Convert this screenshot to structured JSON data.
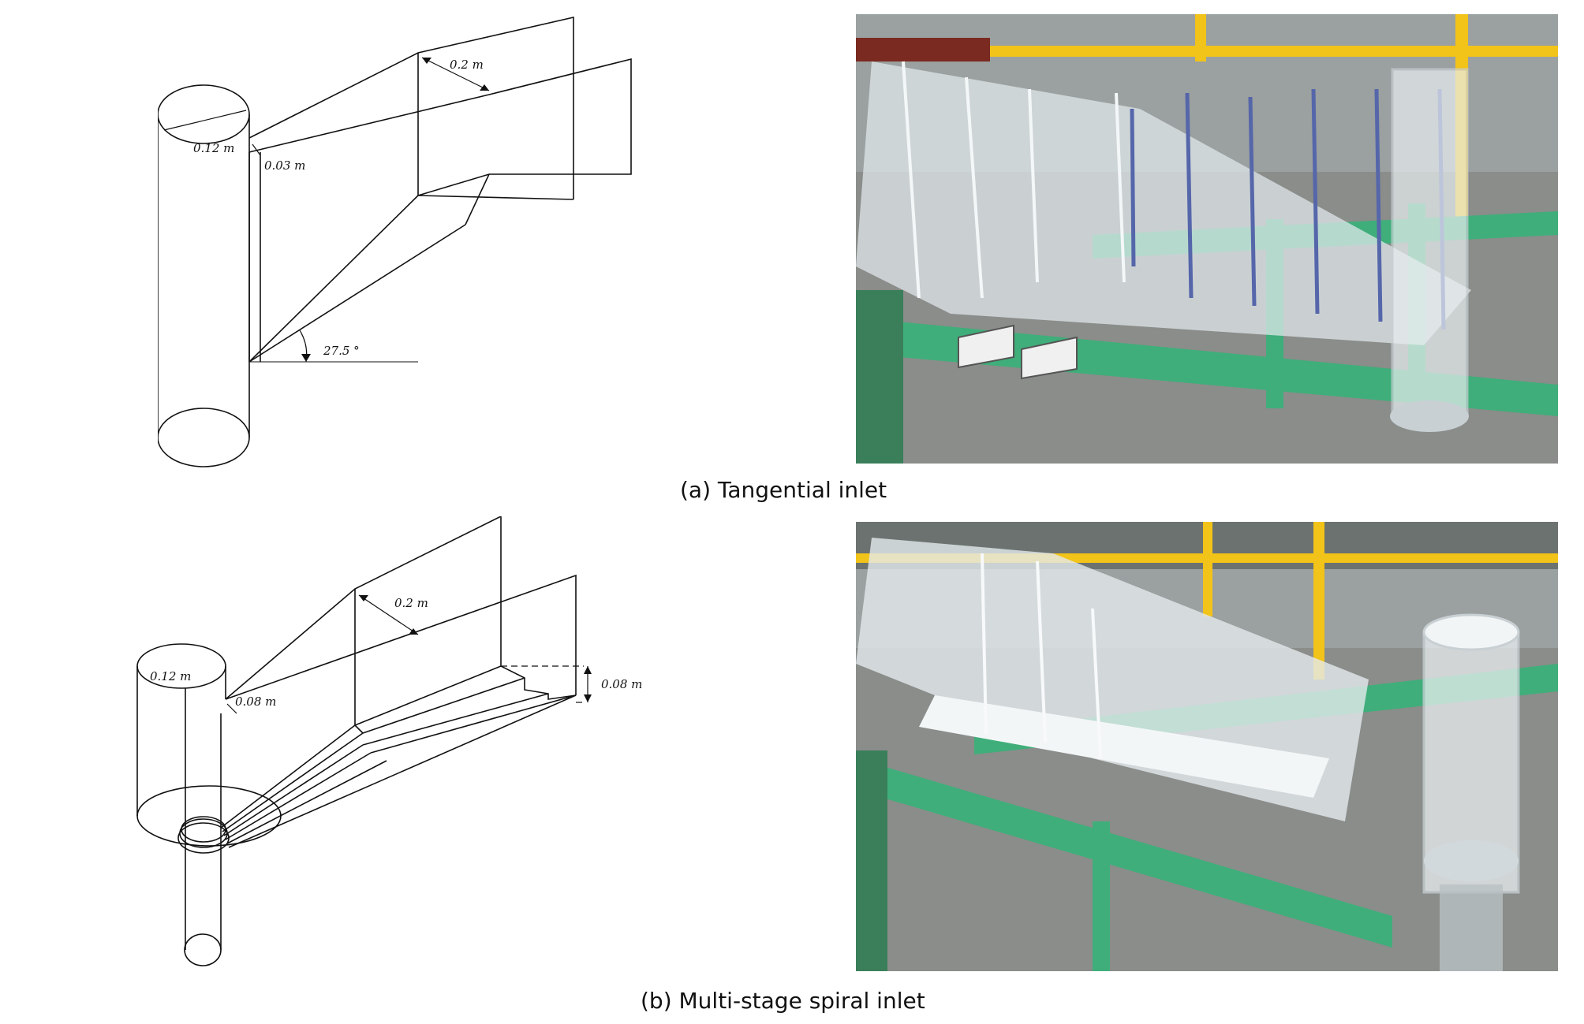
{
  "figure_a": {
    "caption": "(a) Tangential inlet",
    "dims": {
      "width_top": "0.2 m",
      "diameter": "0.12 m",
      "gap": "0.03 m",
      "angle": "27.5 °"
    }
  },
  "figure_b": {
    "caption": "(b) Multi-stage spiral inlet",
    "dims": {
      "width_top": "0.2 m",
      "diameter": "0.12 m",
      "gap": "0.08 m",
      "step_height": "0.08 m"
    }
  },
  "colors": {
    "frame_green": "#3fae7a",
    "rail_yellow": "#f2c318",
    "floor_gray": "#8a8d8a",
    "acrylic": "#dfe7ea"
  }
}
